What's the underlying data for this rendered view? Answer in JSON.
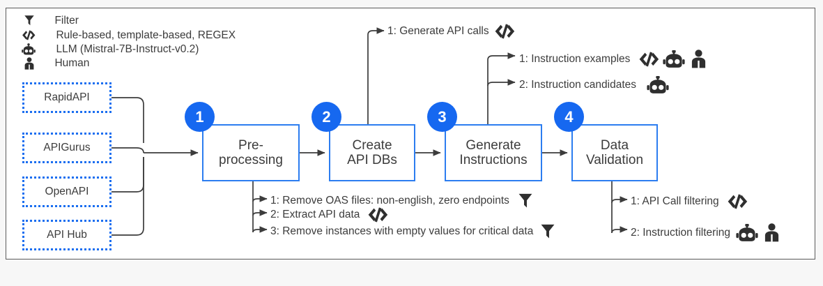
{
  "figure": {
    "accent_blue": "#1668f0",
    "box_border_blue": "#2c7df0",
    "text_color": "#3c3c3c",
    "frame_border": "#5a5a5a"
  },
  "legend": {
    "items": [
      {
        "icon": "filter-icon",
        "label": "Filter"
      },
      {
        "icon": "code-icon",
        "label": "Rule-based, template-based, REGEX"
      },
      {
        "icon": "robot-icon",
        "label": "LLM (Mistral-7B-Instruct-v0.2)"
      },
      {
        "icon": "human-icon",
        "label": "Human"
      }
    ]
  },
  "sources": {
    "items": [
      {
        "label": "RapidAPI"
      },
      {
        "label": "APIGurus"
      },
      {
        "label": "OpenAPI"
      },
      {
        "label": "API Hub"
      }
    ]
  },
  "pipeline": {
    "steps": [
      {
        "number": "1",
        "line1": "Pre-",
        "line2": "processing"
      },
      {
        "number": "2",
        "line1": "Create",
        "line2": "API DBs"
      },
      {
        "number": "3",
        "line1": "Generate",
        "line2": "Instructions"
      },
      {
        "number": "4",
        "line1": "Data",
        "line2": "Validation"
      }
    ]
  },
  "annotations": {
    "step1_down": [
      {
        "text": "1: Remove OAS files: non-english, zero endpoints",
        "icons": [
          "filter-icon"
        ]
      },
      {
        "text": "2: Extract API data",
        "icons": [
          "code-icon"
        ]
      },
      {
        "text": "3: Remove instances with empty values for critical data",
        "icons": [
          "filter-icon"
        ]
      }
    ],
    "step2_up": [
      {
        "text": "1: Generate API calls",
        "icons": [
          "code-icon"
        ]
      }
    ],
    "step3_up": [
      {
        "text": "1: Instruction examples",
        "icons": [
          "code-icon",
          "robot-icon",
          "human-icon"
        ]
      },
      {
        "text": "2: Instruction candidates",
        "icons": [
          "robot-icon"
        ]
      }
    ],
    "step4_down": [
      {
        "text": "1: API Call filtering",
        "icons": [
          "code-icon"
        ]
      },
      {
        "text": "2: Instruction filtering",
        "icons": [
          "robot-icon",
          "human-icon"
        ]
      }
    ]
  }
}
